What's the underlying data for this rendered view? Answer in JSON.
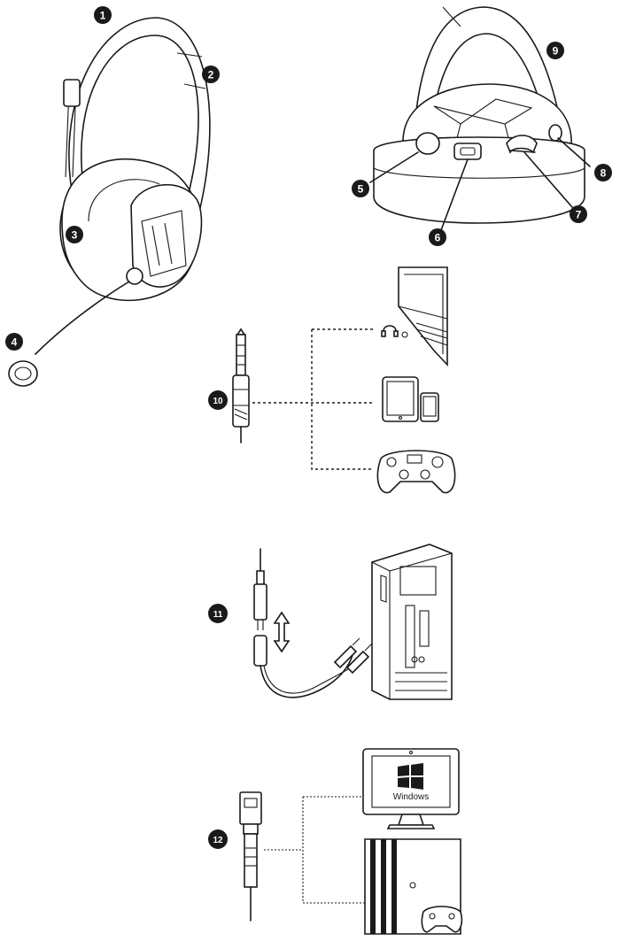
{
  "callouts": [
    {
      "id": "1",
      "label": "1"
    },
    {
      "id": "2",
      "label": "2"
    },
    {
      "id": "3",
      "label": "3"
    },
    {
      "id": "4",
      "label": "4"
    },
    {
      "id": "5",
      "label": "5"
    },
    {
      "id": "6",
      "label": "6"
    },
    {
      "id": "7",
      "label": "7"
    },
    {
      "id": "8",
      "label": "8"
    },
    {
      "id": "9",
      "label": "9"
    },
    {
      "id": "10",
      "label": "10"
    },
    {
      "id": "11",
      "label": "11"
    },
    {
      "id": "12",
      "label": "12"
    }
  ],
  "monitor": {
    "os_label": "Windows"
  }
}
